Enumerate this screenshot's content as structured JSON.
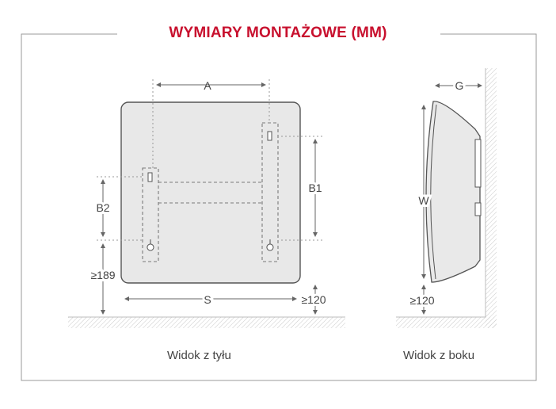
{
  "title": "WYMIARY MONTAŻOWE (MM)",
  "rear_view": {
    "caption": "Widok z tyłu",
    "labels": {
      "a": "A",
      "b1": "B1",
      "b2": "B2",
      "s": "S",
      "min_floor": "≥189",
      "min_side": "≥120"
    }
  },
  "side_view": {
    "caption": "Widok z boku",
    "labels": {
      "g": "G",
      "w": "W",
      "min_floor": "≥120"
    }
  },
  "colors": {
    "title": "#c8102e",
    "panel": "#e8e8e8",
    "outline": "#555555",
    "dims": "#666666"
  }
}
